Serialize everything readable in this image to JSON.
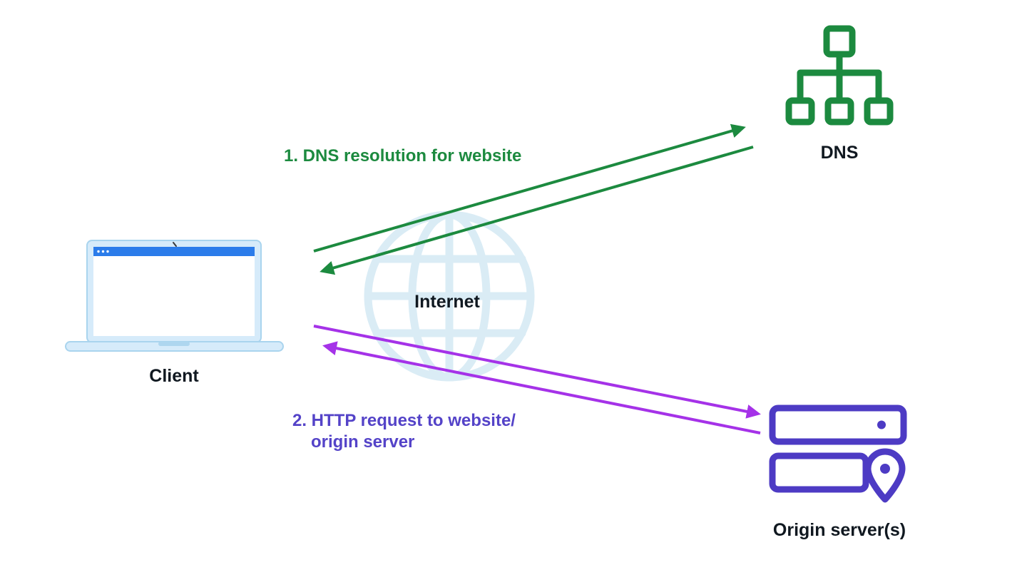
{
  "page": {
    "background": "#ffffff"
  },
  "nodes": {
    "client": {
      "label": "Client"
    },
    "internet": {
      "label": "Internet"
    },
    "dns": {
      "label": "DNS"
    },
    "origin": {
      "label": "Origin server(s)"
    }
  },
  "flows": {
    "dns": {
      "step_label": "1. DNS resolution for website",
      "arrow_color": "#1c8a3f",
      "text_color": "#1c8a3f"
    },
    "http": {
      "step_label_line1": "2. HTTP request to website/",
      "step_label_line2": "origin server",
      "arrow_color": "#a532e8",
      "text_color": "#5443c8"
    }
  },
  "colors": {
    "dns_icon": "#1c8a3f",
    "origin_icon": "#4d3bc4",
    "laptop_frame": "#d6ebfa",
    "laptop_border": "#a9d4ee",
    "laptop_bar": "#2b7cea",
    "laptop_screen": "#ffffff",
    "globe": "#daecf5",
    "label_text": "#101820"
  }
}
